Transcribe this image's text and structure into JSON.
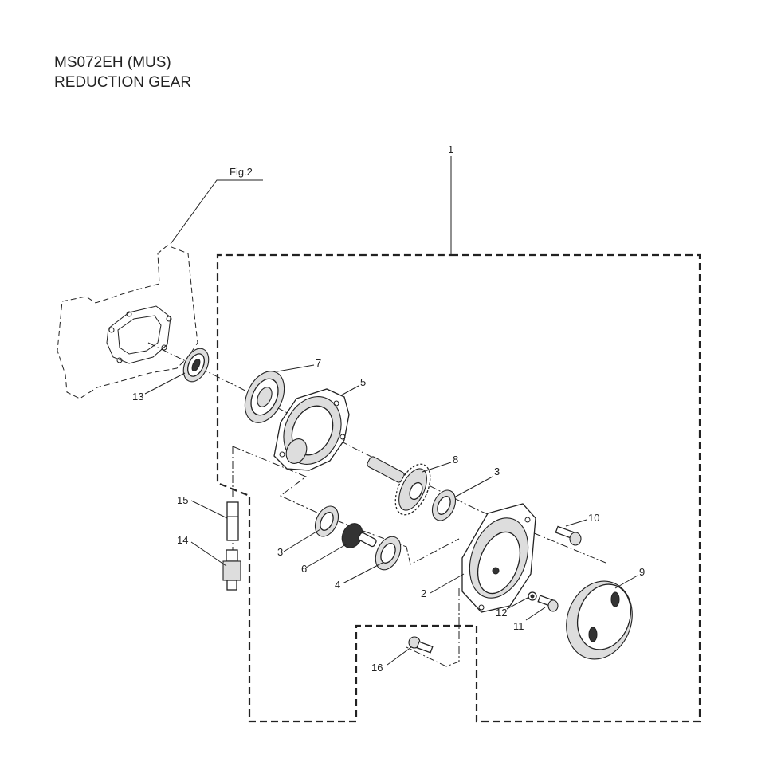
{
  "header": {
    "model": "MS072EH (MUS)",
    "title": "REDUCTION GEAR"
  },
  "reference": "Fig.2",
  "callouts": [
    "1",
    "2",
    "3",
    "3",
    "4",
    "5",
    "6",
    "7",
    "8",
    "9",
    "10",
    "11",
    "12",
    "13",
    "14",
    "15",
    "16"
  ],
  "colors": {
    "ink": "#222222",
    "background": "#ffffff"
  }
}
